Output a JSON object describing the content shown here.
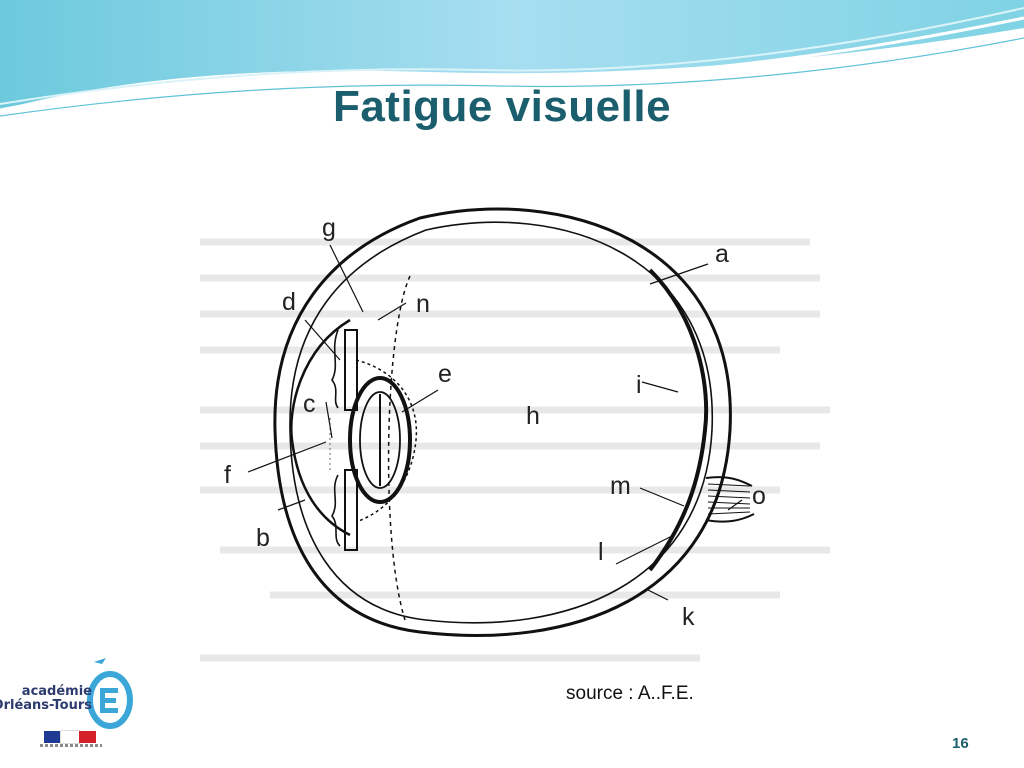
{
  "slide": {
    "title": "Fatigue visuelle",
    "source": "source : A..F.E.",
    "page_number": "16"
  },
  "figure": {
    "labels": {
      "a": "a",
      "b": "b",
      "c": "c",
      "d": "d",
      "e": "e",
      "f": "f",
      "g": "g",
      "h": "h",
      "i": "i",
      "k": "k",
      "l": "l",
      "m": "m",
      "n": "n",
      "o": "o"
    }
  },
  "logo": {
    "line1": "académie",
    "line2": "Orléans-Tours"
  },
  "colors": {
    "title": "#1b5e6e",
    "wave_primary": "#5fc3d8",
    "wave_light": "#bfe9f1",
    "flag_blue": "#1f3a93",
    "flag_red": "#d6202a",
    "logo_blue": "#2d3b6e",
    "e_mark": "#3aa7d8"
  }
}
